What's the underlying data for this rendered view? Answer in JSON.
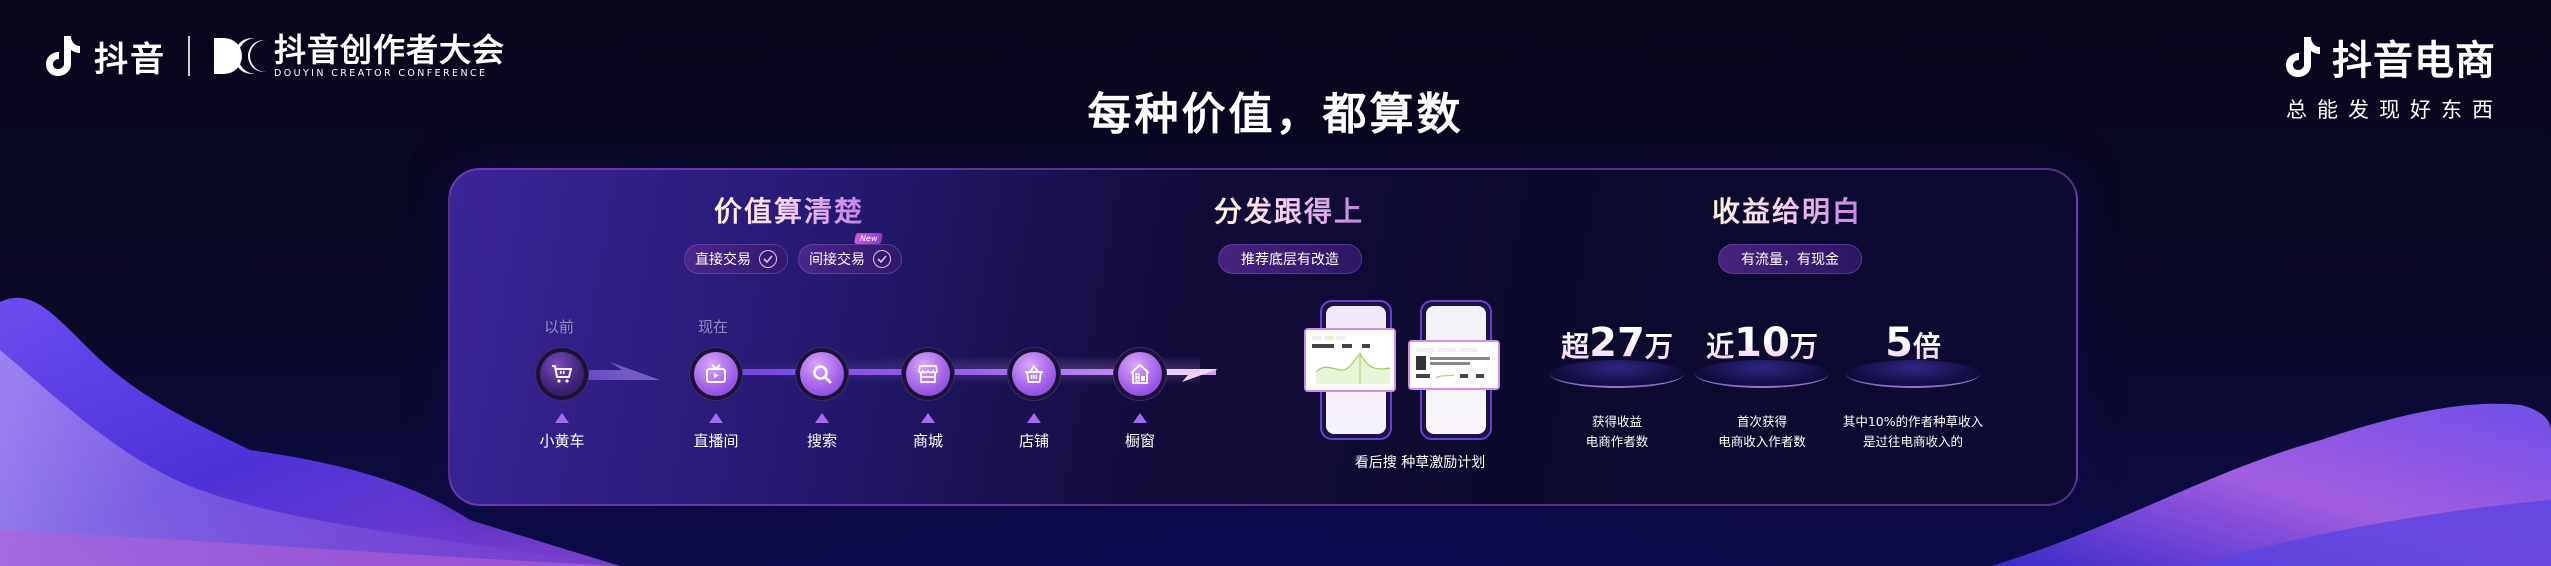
{
  "header": {
    "left_logo": {
      "brand": "抖音",
      "conference_cn": "抖音创作者大会",
      "conference_en": "DOUYIN CREATOR CONFERENCE"
    },
    "right_logo": {
      "brand": "抖音电商",
      "slogan": "总能发现好东西"
    },
    "title": "每种价值，都算数"
  },
  "sections": {
    "value": {
      "title": "价值算清楚",
      "pills": [
        {
          "label": "直接交易",
          "icon": "check-circle-icon"
        },
        {
          "label": "间接交易",
          "icon": "check-circle-icon",
          "badge": "New"
        }
      ],
      "before_label": "以前",
      "now_label": "现在",
      "nodes": [
        {
          "label": "小黄车",
          "icon": "cart-icon"
        },
        {
          "label": "直播间",
          "icon": "tv-play-icon"
        },
        {
          "label": "搜索",
          "icon": "search-icon"
        },
        {
          "label": "商城",
          "icon": "store-icon"
        },
        {
          "label": "店铺",
          "icon": "basket-icon"
        },
        {
          "label": "橱窗",
          "icon": "showcase-house-icon"
        }
      ]
    },
    "distribution": {
      "title": "分发跟得上",
      "pill": "推荐底层有改造",
      "caption": "看后搜 种草激励计划"
    },
    "income": {
      "title": "收益给明白",
      "pill": "有流量，有现金",
      "stats": [
        {
          "prefix": "超",
          "value": "27",
          "suffix": "万",
          "desc_line1": "获得收益",
          "desc_line2": "电商作者数"
        },
        {
          "prefix": "近",
          "value": "10",
          "suffix": "万",
          "desc_line1": "首次获得",
          "desc_line2": "电商收入作者数"
        },
        {
          "prefix": "",
          "value": "5",
          "suffix": "倍",
          "desc_line1": "其中10%的作者种草收入",
          "desc_line2": "是过往电商收入的"
        }
      ]
    }
  },
  "colors": {
    "background": "#07061a",
    "card_start": "#3a2497",
    "card_end": "#0d0b33",
    "accent_purple": "#a563e8",
    "title_gradient_start": "#fff3dc",
    "title_gradient_end": "#c47ee6"
  }
}
